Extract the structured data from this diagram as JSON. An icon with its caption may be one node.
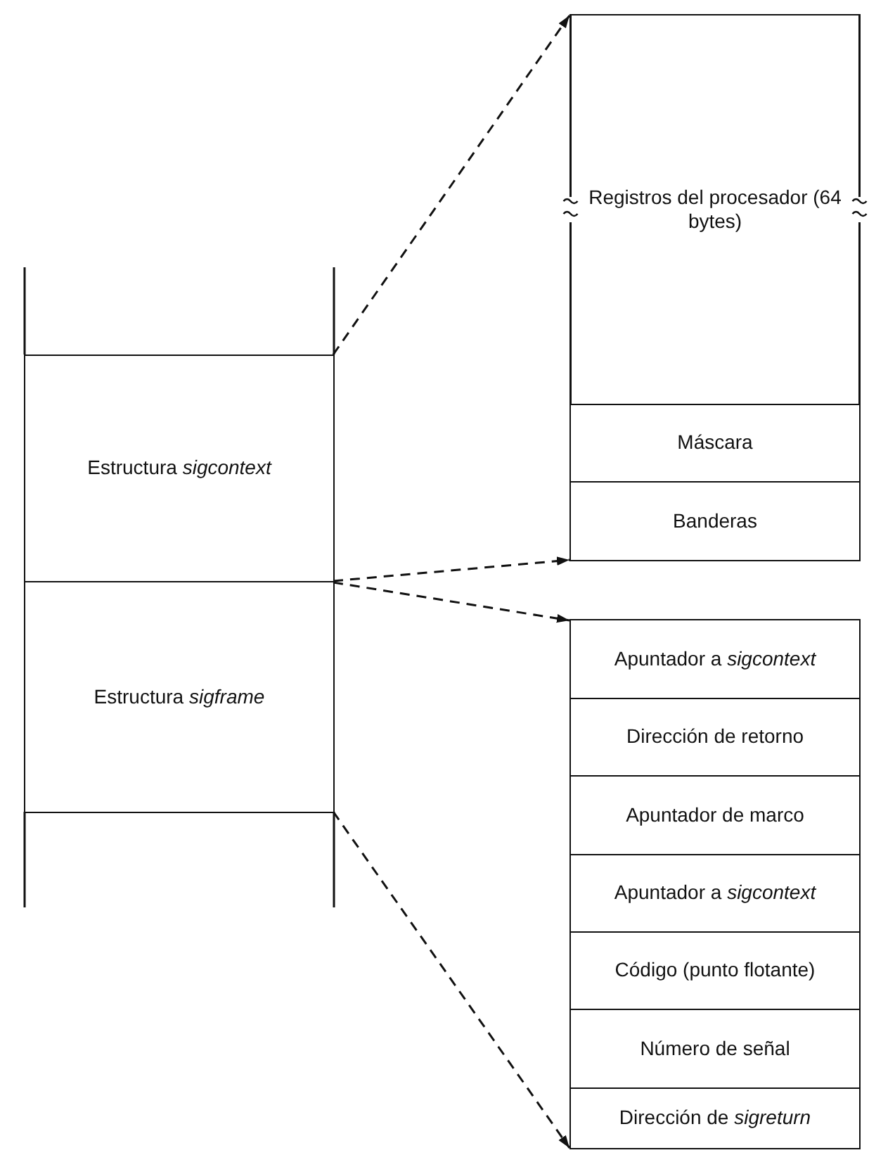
{
  "diagram": {
    "nodes": [
      {
        "text": [
          "Estructura *sigcontext*"
        ]
      },
      {
        "text": [
          "Estructura *sigframe*"
        ]
      },
      {
        "text": [
          "Registros del procesador (64 bytes)"
        ]
      },
      {
        "text": [
          "Máscara"
        ]
      },
      {
        "text": [
          "Banderas"
        ]
      },
      {
        "text": [
          "Apuntador a *sigcontext*"
        ]
      },
      {
        "text": [
          "Dirección de retorno"
        ]
      },
      {
        "text": [
          "Apuntador de marco"
        ]
      },
      {
        "text": [
          "Apuntador a *sigcontext*"
        ]
      },
      {
        "text": [
          "Código (punto flotante)"
        ]
      },
      {
        "text": [
          "Número de señal"
        ]
      },
      {
        "text": [
          "Dirección de *sigreturn*"
        ]
      }
    ],
    "edges": [
      {
        "from": 0,
        "to": 2,
        "arrow": "to",
        "style": "dashed"
      },
      {
        "from": 0,
        "to": 4,
        "arrow": "to",
        "style": "dashed"
      },
      {
        "from": 1,
        "to": 5,
        "arrow": "to",
        "style": "dashed"
      },
      {
        "from": 1,
        "to": 11,
        "arrow": "to",
        "style": "dashed"
      }
    ]
  }
}
